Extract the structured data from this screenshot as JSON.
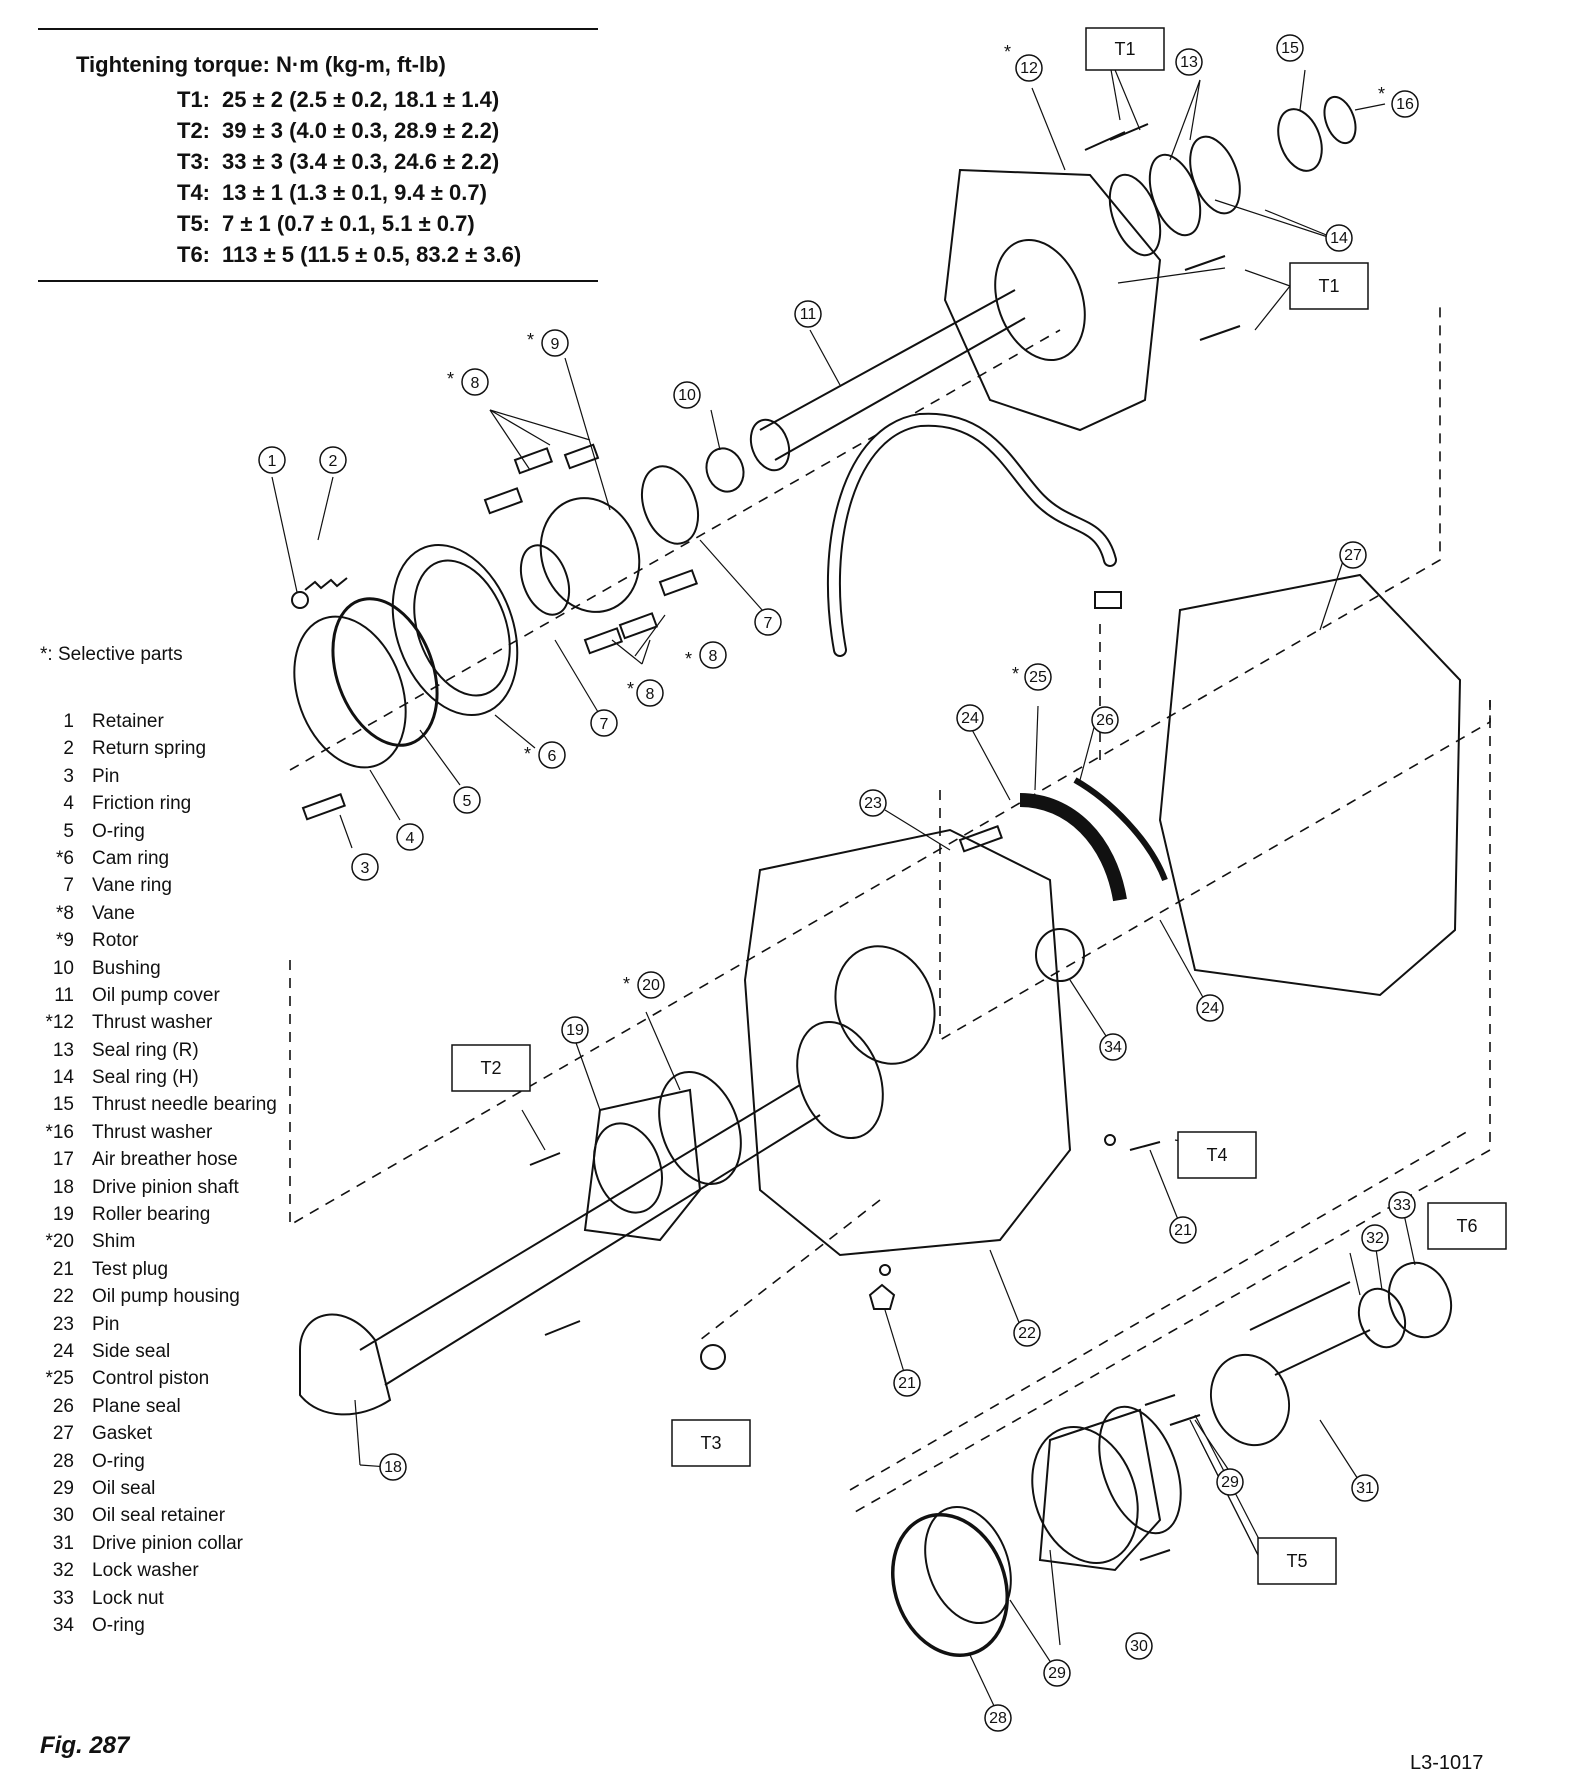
{
  "torque": {
    "heading": "Tightening torque:  N·m (kg-m, ft-lb)",
    "rows": [
      {
        "key": "T1:",
        "value": "25 ± 2 (2.5 ± 0.2, 18.1 ± 1.4)"
      },
      {
        "key": "T2:",
        "value": "39 ± 3 (4.0 ± 0.3, 28.9 ± 2.2)"
      },
      {
        "key": "T3:",
        "value": "33 ± 3 (3.4 ± 0.3, 24.6 ± 2.2)"
      },
      {
        "key": "T4:",
        "value": "13 ± 1 (1.3 ± 0.1, 9.4 ± 0.7)"
      },
      {
        "key": "T5:",
        "value": "7 ± 1 (0.7 ± 0.1, 5.1 ± 0.7)"
      },
      {
        "key": "T6:",
        "value": "113 ± 5 (11.5 ± 0.5, 83.2 ± 3.6)"
      }
    ]
  },
  "selective_note": "*:  Selective parts",
  "legend": [
    {
      "no": "1",
      "name": "Retainer"
    },
    {
      "no": "2",
      "name": "Return spring"
    },
    {
      "no": "3",
      "name": "Pin"
    },
    {
      "no": "4",
      "name": "Friction ring"
    },
    {
      "no": "5",
      "name": "O-ring"
    },
    {
      "no": "*6",
      "name": "Cam ring"
    },
    {
      "no": "7",
      "name": "Vane ring"
    },
    {
      "no": "*8",
      "name": "Vane"
    },
    {
      "no": "*9",
      "name": "Rotor"
    },
    {
      "no": "10",
      "name": "Bushing"
    },
    {
      "no": "11",
      "name": "Oil pump cover"
    },
    {
      "no": "*12",
      "name": "Thrust washer"
    },
    {
      "no": "13",
      "name": "Seal ring (R)"
    },
    {
      "no": "14",
      "name": "Seal ring (H)"
    },
    {
      "no": "15",
      "name": "Thrust needle bearing"
    },
    {
      "no": "*16",
      "name": "Thrust washer"
    },
    {
      "no": "17",
      "name": "Air breather hose"
    },
    {
      "no": "18",
      "name": "Drive pinion shaft"
    },
    {
      "no": "19",
      "name": "Roller bearing"
    },
    {
      "no": "*20",
      "name": "Shim"
    },
    {
      "no": "21",
      "name": "Test plug"
    },
    {
      "no": "22",
      "name": "Oil pump housing"
    },
    {
      "no": "23",
      "name": "Pin"
    },
    {
      "no": "24",
      "name": "Side seal"
    },
    {
      "no": "*25",
      "name": "Control piston"
    },
    {
      "no": "26",
      "name": "Plane seal"
    },
    {
      "no": "27",
      "name": "Gasket"
    },
    {
      "no": "28",
      "name": "O-ring"
    },
    {
      "no": "29",
      "name": "Oil seal"
    },
    {
      "no": "30",
      "name": "Oil seal retainer"
    },
    {
      "no": "31",
      "name": "Drive pinion collar"
    },
    {
      "no": "32",
      "name": "Lock washer"
    },
    {
      "no": "33",
      "name": "Lock nut"
    },
    {
      "no": "34",
      "name": "O-ring"
    }
  ],
  "callouts": {
    "c1": "1",
    "c2": "2",
    "c3": "3",
    "c4": "4",
    "c5": "5",
    "c6": "6",
    "c7a": "7",
    "c7b": "7",
    "c8a": "8",
    "c8b": "8",
    "c8c": "8",
    "c9": "9",
    "c10": "10",
    "c11": "11",
    "c12": "12",
    "c13": "13",
    "c14": "14",
    "c15": "15",
    "c16": "16",
    "c18": "18",
    "c19": "19",
    "c20": "20",
    "c21a": "21",
    "c21b": "21",
    "c22": "22",
    "c23": "23",
    "c24a": "24",
    "c24b": "24",
    "c25": "25",
    "c26": "26",
    "c27": "27",
    "c28": "28",
    "c29a": "29",
    "c29b": "29",
    "c30": "30",
    "c31": "31",
    "c32": "32",
    "c33": "33",
    "c34": "34"
  },
  "star": "*",
  "torque_boxes": {
    "t1a": "T1",
    "t1b": "T1",
    "t2": "T2",
    "t3": "T3",
    "t4": "T4",
    "t5": "T5",
    "t6": "T6"
  },
  "figure_label": "Fig. 287",
  "drawing_code": "L3-1017"
}
